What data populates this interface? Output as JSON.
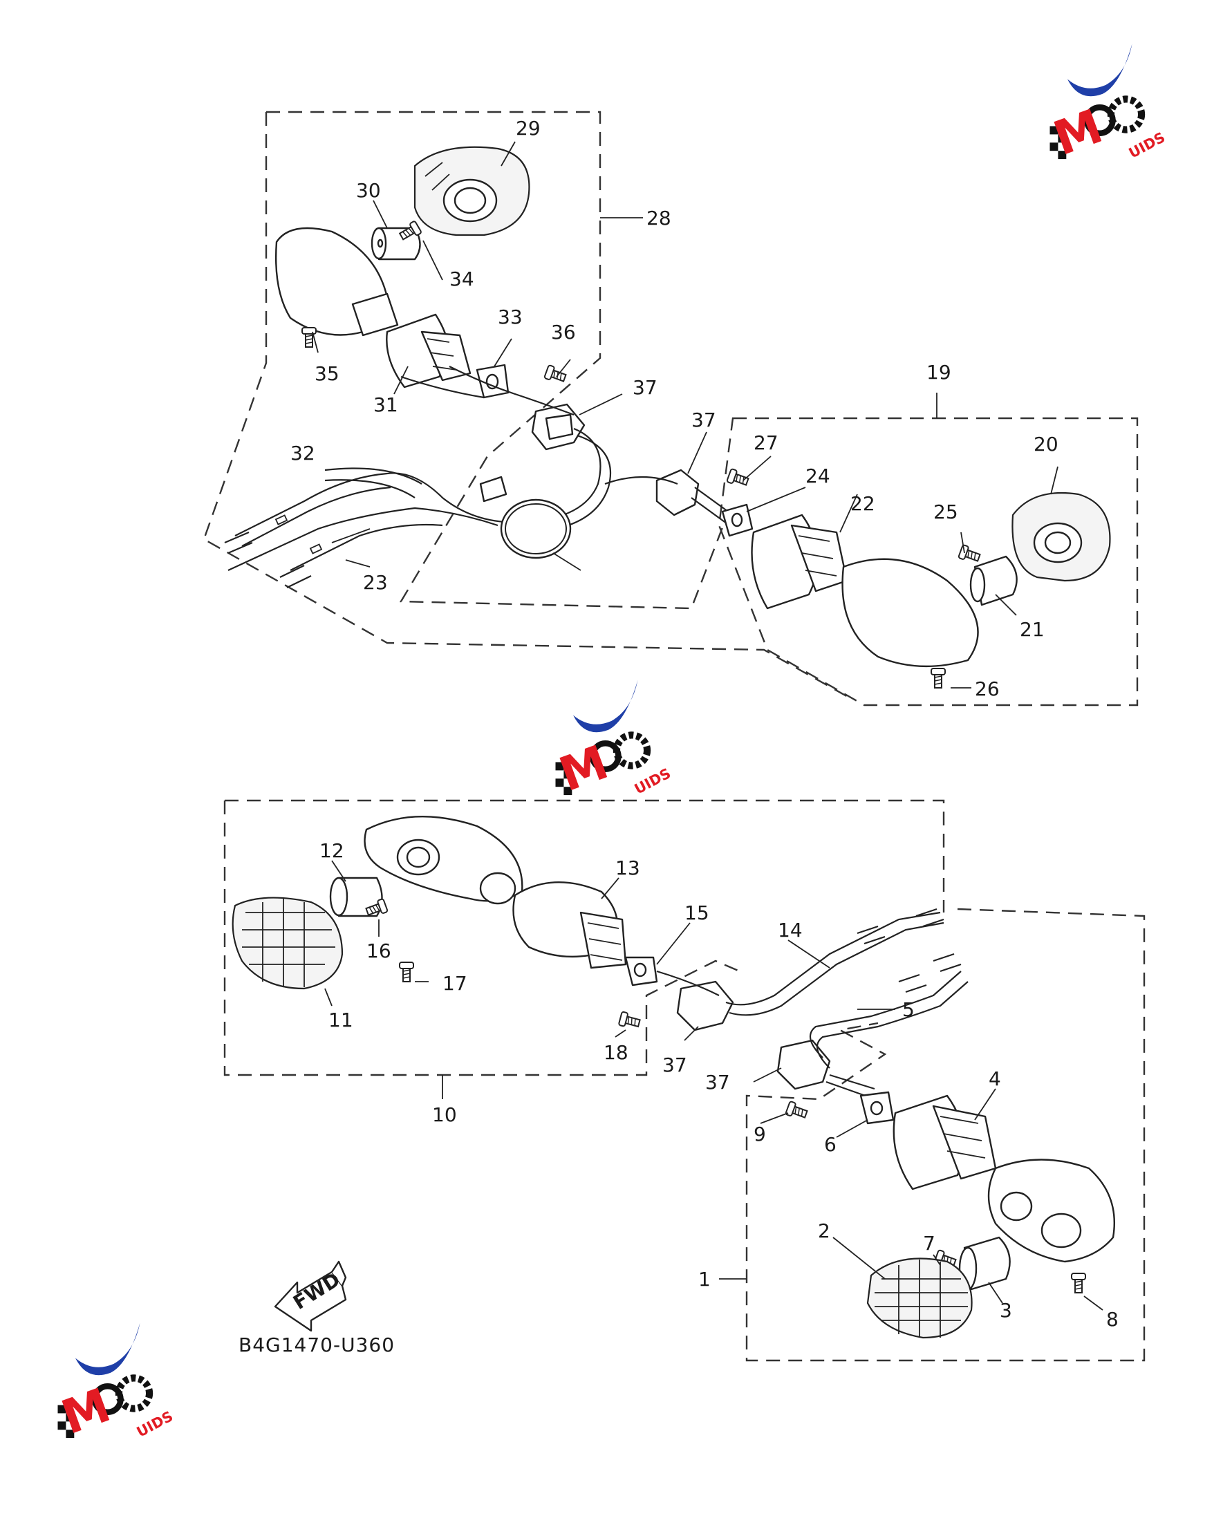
{
  "diagram_code": "B4G1470-U360",
  "fwd_label": "FWD",
  "logo": {
    "brand": "MOTO GUIDS",
    "suffix": "UIDS",
    "colors": {
      "red": "#e21b23",
      "blue": "#1f3fa8",
      "black": "#111111"
    }
  },
  "callouts": {
    "c1": "1",
    "c2": "2",
    "c3": "3",
    "c4": "4",
    "c5": "5",
    "c6": "6",
    "c7": "7",
    "c8": "8",
    "c9": "9",
    "c10": "10",
    "c11": "11",
    "c12": "12",
    "c13": "13",
    "c14": "14",
    "c15": "15",
    "c16": "16",
    "c17": "17",
    "c18": "18",
    "c19": "19",
    "c20": "20",
    "c21": "21",
    "c22": "22",
    "c23": "23",
    "c24": "24",
    "c25": "25",
    "c26": "26",
    "c27": "27",
    "c28": "28",
    "c29": "29",
    "c30": "30",
    "c31": "31",
    "c32": "32",
    "c33": "33",
    "c34": "34",
    "c35": "35",
    "c36": "36",
    "c37": "37"
  }
}
